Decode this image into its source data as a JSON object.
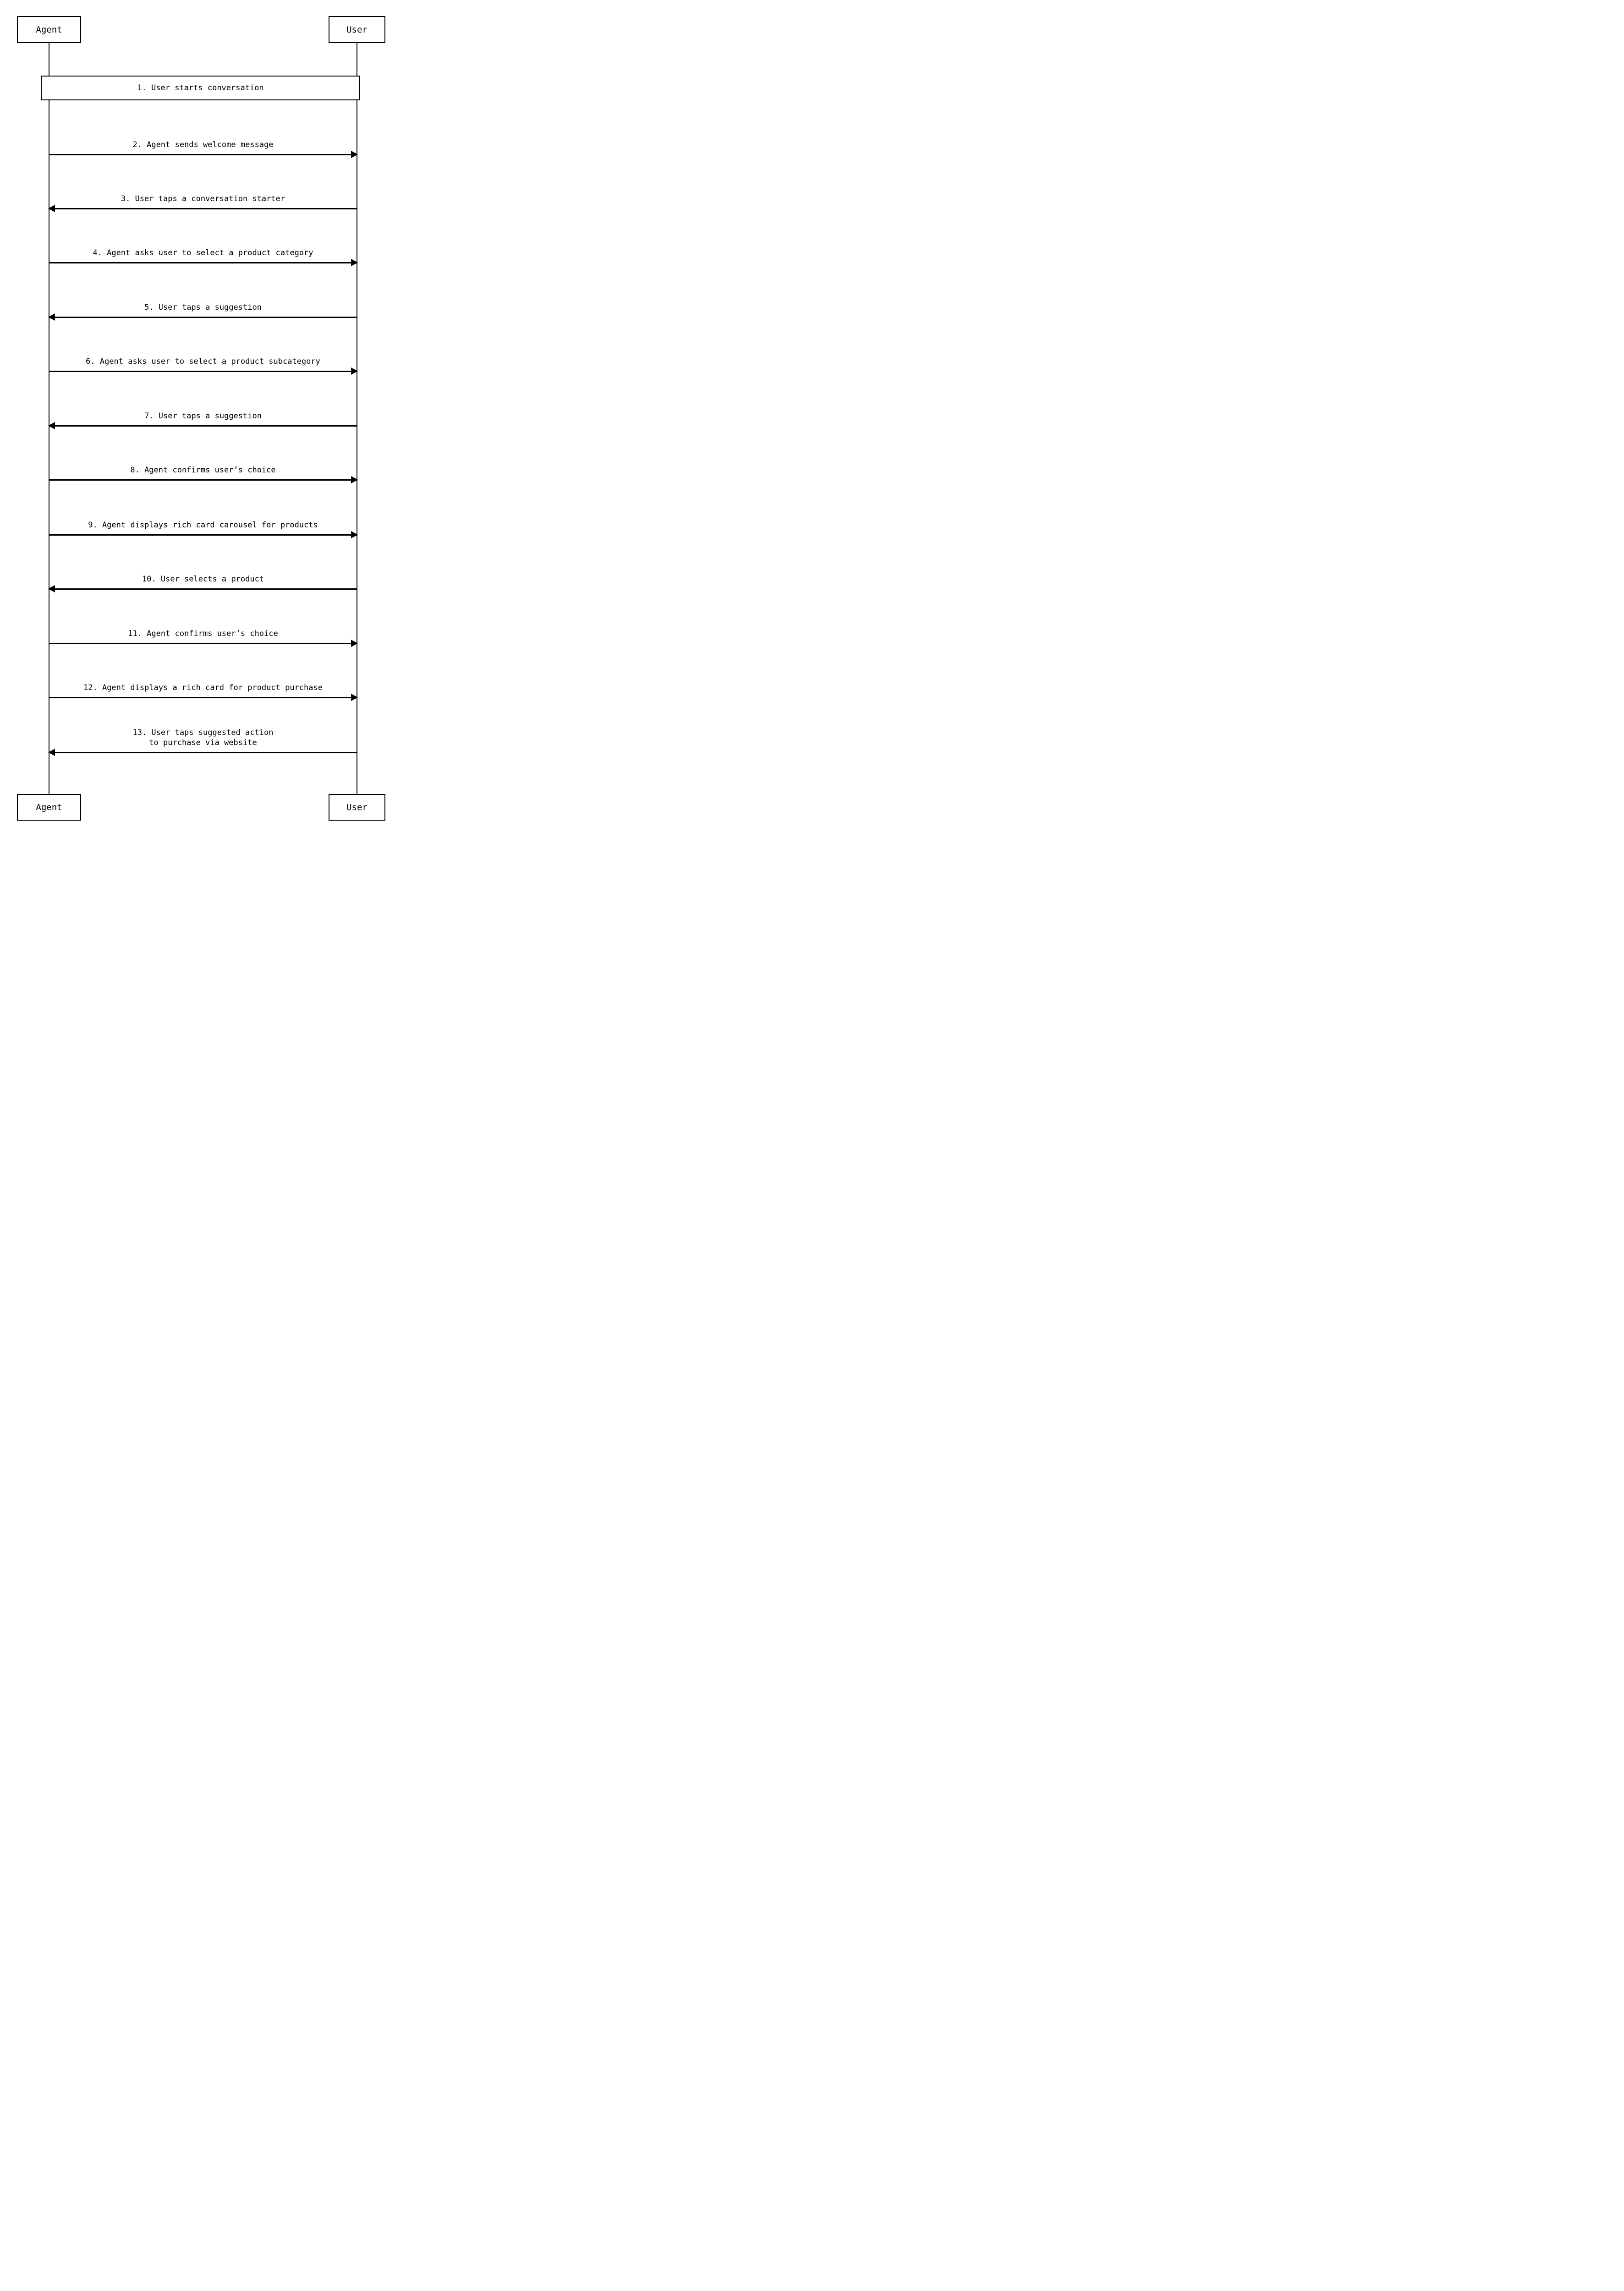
{
  "diagram": {
    "background": "#ffffff",
    "stroke_color": "#000000",
    "actors": [
      {
        "name": "Agent"
      },
      {
        "name": "User"
      }
    ],
    "note": {
      "label": "1. User starts conversation"
    },
    "messages": [
      {
        "label": "2. Agent sends welcome message",
        "from": "Agent",
        "to": "User",
        "direction": "right"
      },
      {
        "label": "3. User taps a conversation starter",
        "from": "User",
        "to": "Agent",
        "direction": "left"
      },
      {
        "label": "4. Agent asks user to select a product category",
        "from": "Agent",
        "to": "User",
        "direction": "right"
      },
      {
        "label": "5. User taps a suggestion",
        "from": "User",
        "to": "Agent",
        "direction": "left"
      },
      {
        "label": "6. Agent asks user to select a product subcategory",
        "from": "Agent",
        "to": "User",
        "direction": "right"
      },
      {
        "label": "7. User taps a suggestion",
        "from": "User",
        "to": "Agent",
        "direction": "left"
      },
      {
        "label": "8. Agent confirms user’s choice",
        "from": "Agent",
        "to": "User",
        "direction": "right"
      },
      {
        "label": "9. Agent displays rich card carousel for products",
        "from": "Agent",
        "to": "User",
        "direction": "right"
      },
      {
        "label": "10. User selects a product",
        "from": "User",
        "to": "Agent",
        "direction": "left"
      },
      {
        "label": "11. Agent confirms user’s choice",
        "from": "Agent",
        "to": "User",
        "direction": "right"
      },
      {
        "label": "12. Agent displays a rich card for product purchase",
        "from": "Agent",
        "to": "User",
        "direction": "right"
      },
      {
        "label": "13. User taps suggested action\nto purchase via website",
        "from": "User",
        "to": "Agent",
        "direction": "left"
      }
    ]
  }
}
